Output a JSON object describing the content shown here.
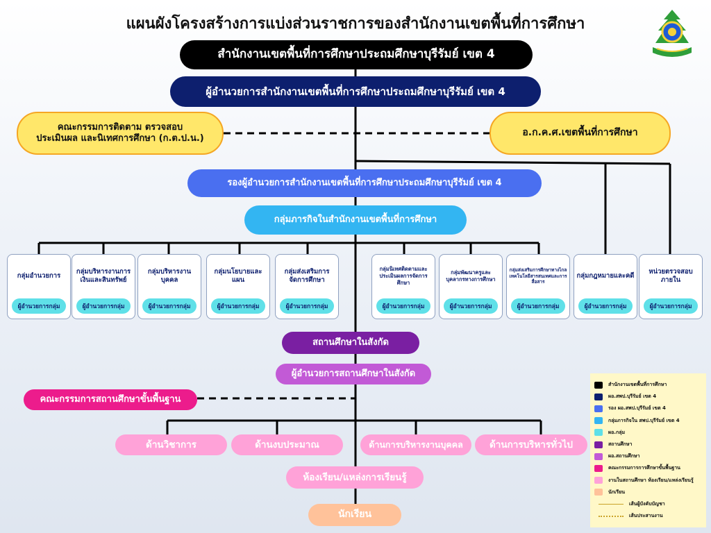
{
  "title": "แผนผังโครงสร้างการแบ่งส่วนราชการของสำนักงานเขตพื้นที่การศึกษา",
  "office": "สำนักงานเขตพื้นที่การศึกษาประถมศึกษาบุรีรัมย์ เขต 4",
  "director": "ผู้อำนวยการสำนักงานเขตพื้นที่การศึกษาประถมศึกษาบุรีรัมย์ เขต 4",
  "committee_left": {
    "line1": "คณะกรรมการติดตาม ตรวจสอบ",
    "line2": "ประเมินผล และนิเทศการศึกษา (ก.ต.ป.น.)"
  },
  "committee_right": "อ.ก.ค.ศ.เขตพื้นที่การศึกษา",
  "deputy": "รองผู้อำนวยการสำนักงานเขตพื้นที่การศึกษาประถมศึกษาบุรีรัมย์ เขต 4",
  "mission_group": "กลุ่มภารกิจในสำนักงานเขตพื้นที่การศึกษา",
  "groups": [
    {
      "title": "กลุ่มอำนวยการ",
      "role": "ผู้อำนวยการกลุ่ม"
    },
    {
      "title": "กลุ่มบริหารงานการเงินและสินทรัพย์",
      "role": "ผู้อำนวยการกลุ่ม"
    },
    {
      "title": "กลุ่มบริหารงานบุคคล",
      "role": "ผู้อำนวยการกลุ่ม"
    },
    {
      "title": "กลุ่มนโยบายและแผน",
      "role": "ผู้อำนวยการกลุ่ม"
    },
    {
      "title": "กลุ่มส่งเสริมการจัดการศึกษา",
      "role": "ผู้อำนวยการกลุ่ม"
    },
    {
      "title": "กลุ่มนิเทศติดตามและประเมินผลการจัดการศึกษา",
      "role": "ผู้อำนวยการกลุ่ม"
    },
    {
      "title": "กลุ่มพัฒนาครูและบุคลากรทางการศึกษา",
      "role": "ผู้อำนวยการกลุ่ม"
    },
    {
      "title": "กลุ่มส่งเสริมการศึกษาทางไกล เทคโนโลยีสารสนเทศและการสื่อสาร",
      "role": "ผู้อำนวยการกลุ่ม"
    },
    {
      "title": "กลุ่มกฎหมายและคดี",
      "role": "ผู้อำนวยการกลุ่ม"
    },
    {
      "title": "หน่วยตรวจสอบภายใน",
      "role": "ผู้อำนวยการกลุ่ม"
    }
  ],
  "schools": "สถานศึกษาในสังกัด",
  "school_director": "ผู้อำนวยการสถานศึกษาในสังกัด",
  "basic_committee": "คณะกรรมการสถานศึกษาขั้นพื้นฐาน",
  "areas": [
    "ด้านวิชาการ",
    "ด้านงบประมาณ",
    "ด้านการบริหารงานบุคคล",
    "ด้านการบริหารทั่วไป"
  ],
  "classroom": "ห้องเรียน/แหล่งการเรียนรู้",
  "students": "นักเรียน",
  "colors": {
    "black": "#000000",
    "navy": "#0d1f6e",
    "royal_blue": "#4a6ff0",
    "light_blue": "#33b5f2",
    "cyan": "#5fe0e8",
    "purple": "#7a1fa2",
    "light_purple": "#c25ad6",
    "magenta": "#ec1c8c",
    "pink": "#ffa2d8",
    "peach": "#ffc29a",
    "yellow": "#ffe76a"
  },
  "legend": [
    {
      "label": "สำนักงานเขตพื้นที่การศึกษา",
      "color": "#000000"
    },
    {
      "label": "ผอ.สพป.บุรีรัมย์ เขต 4",
      "color": "#0d1f6e"
    },
    {
      "label": "รอง ผอ.สพป.บุรีรัมย์ เขต 4",
      "color": "#4a6ff0"
    },
    {
      "label": "กลุ่มภารกิจใน สพป.บุรีรัมย์ เขต 4",
      "color": "#33b5f2"
    },
    {
      "label": "ผอ.กลุ่ม",
      "color": "#5fe0e8"
    },
    {
      "label": "สถานศึกษา",
      "color": "#7a1fa2"
    },
    {
      "label": "ผอ.สถานศึกษา",
      "color": "#c25ad6"
    },
    {
      "label": "คณะกรรมการการศึกษาขั้นพื้นฐาน",
      "color": "#ec1c8c"
    },
    {
      "label": "งานในสถานศึกษา ห้องเรียน/แหล่งเรียนรู้",
      "color": "#ffa2d8"
    },
    {
      "label": "นักเรียน",
      "color": "#ffc29a"
    }
  ],
  "legend_lines": [
    {
      "label": "เส้นผู้บังคับบัญชา",
      "style": "solid"
    },
    {
      "label": "เส้นประสานงาน",
      "style": "dotted"
    }
  ]
}
